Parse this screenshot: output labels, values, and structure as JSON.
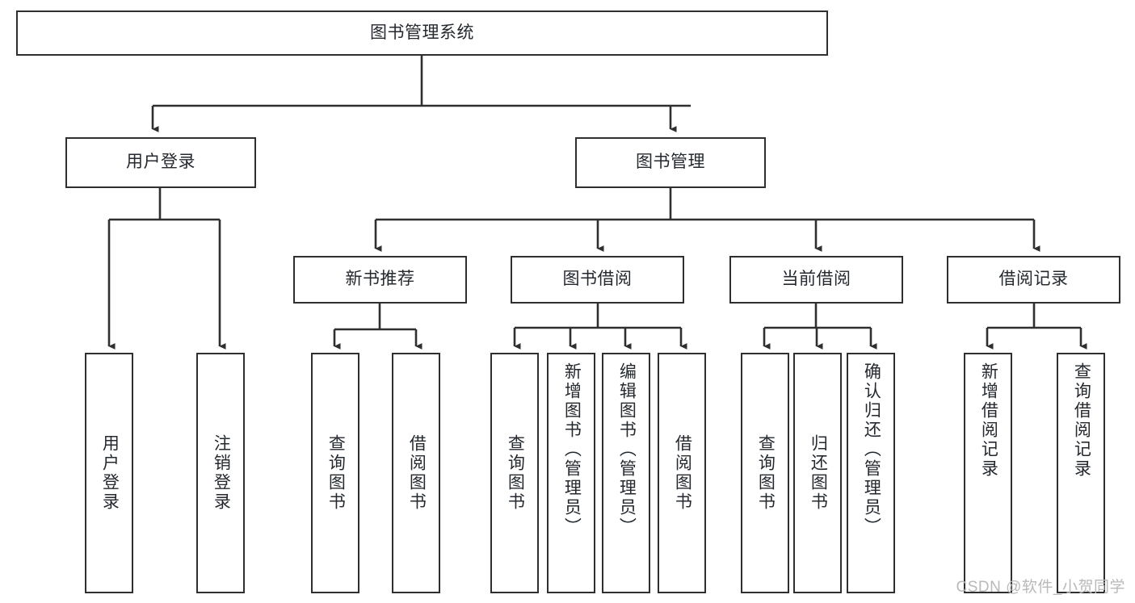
{
  "diagram": {
    "type": "tree",
    "title": "图书管理系统",
    "colors": {
      "stroke": "#2f2f2f",
      "node_fill": "#ffffff",
      "text": "#24292f",
      "watermark": "#b9b9b9",
      "background": "#ffffff"
    },
    "nodes": {
      "root": {
        "label": "图书管理系统"
      },
      "level2": [
        {
          "id": "user-login",
          "label": "用户登录"
        },
        {
          "id": "book-management",
          "label": "图书管理"
        }
      ],
      "level3": [
        {
          "id": "new-book-recommend",
          "label": "新书推荐"
        },
        {
          "id": "book-borrow",
          "label": "图书借阅"
        },
        {
          "id": "current-borrow",
          "label": "当前借阅"
        },
        {
          "id": "borrow-record",
          "label": "借阅记录"
        }
      ],
      "leaves": {
        "user_login": [
          {
            "id": "leaf-user-login",
            "label": "用户登录"
          },
          {
            "id": "leaf-logout-login",
            "label": "注销登录"
          }
        ],
        "new_book_recommend": [
          {
            "id": "leaf-query-book-1",
            "label": "查询图书"
          },
          {
            "id": "leaf-borrow-book-1",
            "label": "借阅图书"
          }
        ],
        "book_borrow": [
          {
            "id": "leaf-query-book-2",
            "label": "查询图书"
          },
          {
            "id": "leaf-add-book",
            "label": "新增图书（管理员）"
          },
          {
            "id": "leaf-edit-book",
            "label": "编辑图书（管理员）"
          },
          {
            "id": "leaf-borrow-book-2",
            "label": "借阅图书"
          }
        ],
        "current_borrow": [
          {
            "id": "leaf-query-book-3",
            "label": "查询图书"
          },
          {
            "id": "leaf-return-book",
            "label": "归还图书"
          },
          {
            "id": "leaf-confirm-return",
            "label": "确认归还（管理员）"
          }
        ],
        "borrow_record": [
          {
            "id": "leaf-add-record",
            "label": "新增借阅记录"
          },
          {
            "id": "leaf-query-record",
            "label": "查询借阅记录"
          }
        ]
      }
    }
  },
  "watermark": {
    "text": "CSDN @软件_小贺同学"
  }
}
